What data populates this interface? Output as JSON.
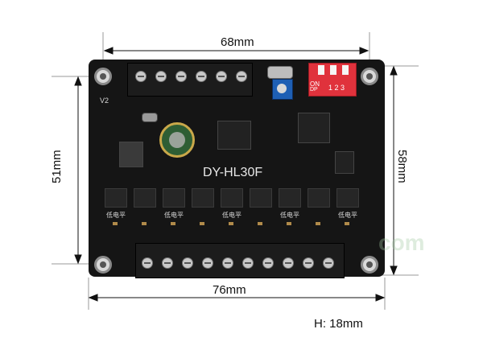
{
  "dimensions": {
    "top_width": "68mm",
    "bottom_width": "76mm",
    "left_height": "51mm",
    "right_height": "58mm",
    "height_note": "H: 18mm"
  },
  "board": {
    "model": "DY-HL30F",
    "version": "V2",
    "dip_labels": {
      "on": "ON",
      "dp": "DP",
      "numbers": "1 2 3"
    },
    "relay_label": "低电平"
  },
  "watermark": "com",
  "colors": {
    "pcb": "#151515",
    "dip_switch": "#e0323c",
    "potentiometer": "#1e5fb4",
    "capacitor": "#2e5e34"
  }
}
